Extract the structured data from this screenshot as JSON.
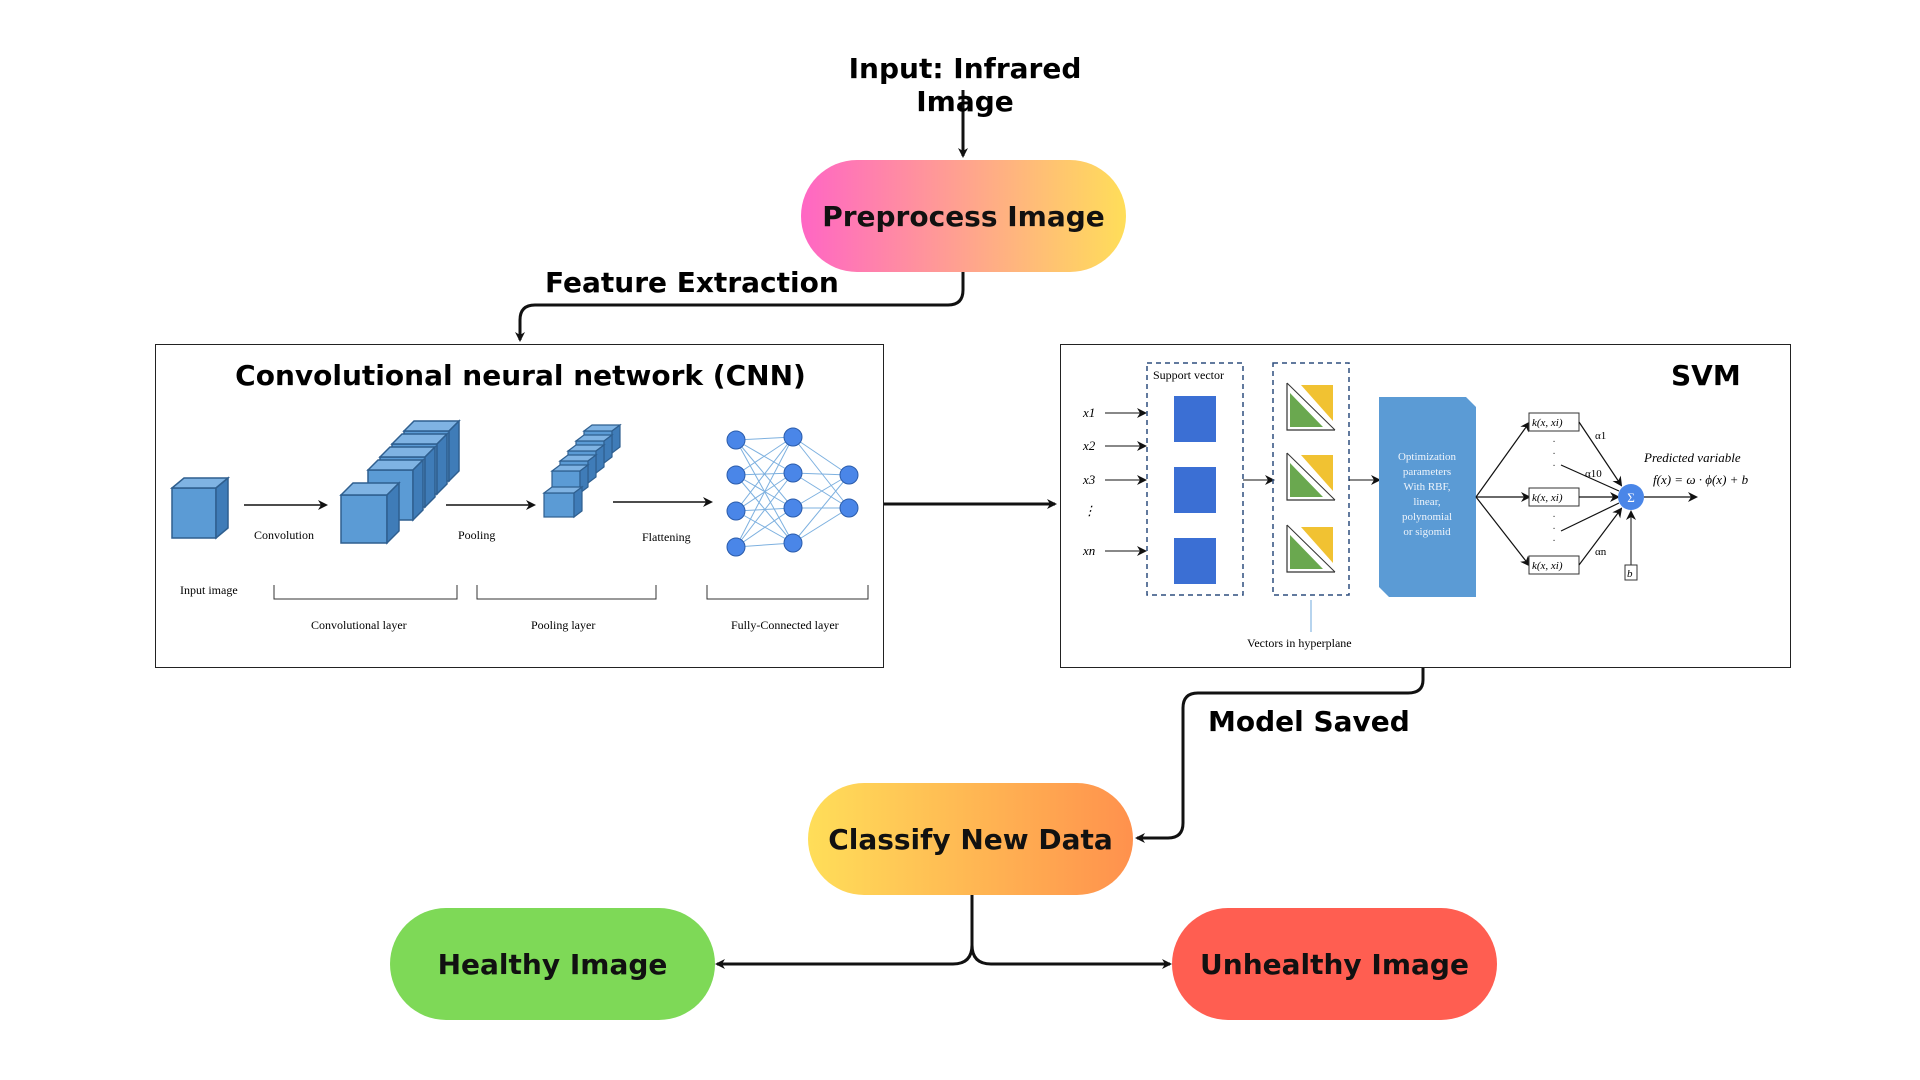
{
  "input_label": "Input: Infrared Image",
  "preprocess_label": "Preprocess Image",
  "feature_extraction_label": "Feature Extraction",
  "cnn": {
    "title": "Convolutional neural network (CNN)",
    "input_image": "Input image",
    "convolution": "Convolution",
    "pooling": "Pooling",
    "flattening": "Flattening",
    "conv_layer": "Convolutional layer",
    "pool_layer": "Pooling layer",
    "fc_layer": "Fully-Connected layer"
  },
  "svm": {
    "title": "SVM",
    "support_vector": "Support vector",
    "vectors_in_hyperplane": "Vectors in hyperplane",
    "optimization_lines": [
      "Optimization",
      "parameters",
      "With RBF,",
      "linear,",
      "polynomial",
      "or sigomid"
    ],
    "predicted_variable": "Predicted variable",
    "formula": "f(x) = ω · ϕ(x) + b",
    "inputs": [
      "x1",
      "x2",
      "x3",
      "⋮",
      "xn"
    ],
    "kernels": [
      "k(x, xi)",
      "k(x, xi)",
      "k(x, xi)"
    ],
    "alphas": [
      "α1",
      "α10",
      "αn"
    ],
    "sum": "Σ",
    "bias": "b"
  },
  "model_saved_label": "Model Saved",
  "classify_label": "Classify New Data",
  "healthy_label": "Healthy Image",
  "unhealthy_label": "Unhealthy Image",
  "colors": {
    "preprocess_gradient": [
      "#ff66c4",
      "#ffde59"
    ],
    "classify_gradient": [
      "#ffde59",
      "#ff914d"
    ],
    "healthy": "#7ed957",
    "unhealthy": "#ff5e51",
    "cube_blue": "#5b9bd5",
    "node_blue": "#4a86e8"
  }
}
